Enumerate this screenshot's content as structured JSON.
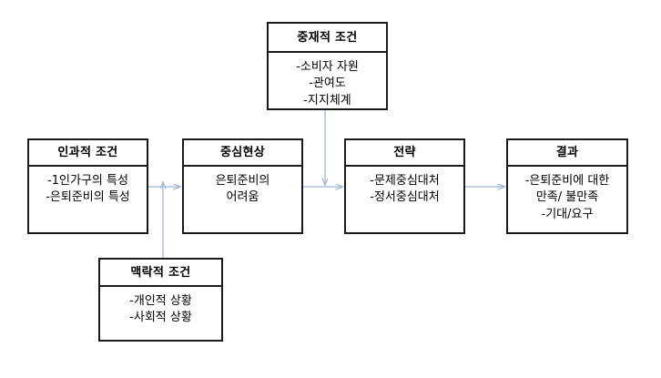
{
  "diagram": {
    "title": "",
    "arrow_color": "#9db6d6",
    "box_border_color": "#1a1a1a",
    "background_color": "#ffffff",
    "nodes": [
      {
        "id": "intervening",
        "header": "중재적 조건",
        "lines": [
          "-소비자 자원",
          "-관여도",
          "-지지체계"
        ]
      },
      {
        "id": "causal",
        "header": "인과적 조건",
        "lines": [
          "-1인가구의 특성",
          "-은퇴준비의 특성"
        ]
      },
      {
        "id": "phenomenon",
        "header": "중심현상",
        "lines": [
          "은퇴준비의",
          "어려움"
        ]
      },
      {
        "id": "strategy",
        "header": "전략",
        "lines": [
          "-문제중심대처",
          "-정서중심대처"
        ]
      },
      {
        "id": "result",
        "header": "결과",
        "lines": [
          "-은퇴준비에 대한",
          "만족/ 불만족",
          "-기대/요구"
        ]
      },
      {
        "id": "contextual",
        "header": "맥락적 조건",
        "lines": [
          "-개인적 상황",
          "-사회적 상황"
        ]
      }
    ],
    "connectors": [
      {
        "id": "causal-to-phenomenon",
        "from": "causal",
        "to": "phenomenon",
        "direction": "right"
      },
      {
        "id": "phenomenon-to-strategy",
        "from": "phenomenon",
        "to": "strategy",
        "direction": "right"
      },
      {
        "id": "strategy-to-result",
        "from": "strategy",
        "to": "result",
        "direction": "right"
      },
      {
        "id": "intervening-to-strategy",
        "from": "intervening",
        "to": "strategy",
        "direction": "down"
      },
      {
        "id": "contextual-to-phenomenon",
        "from": "contextual",
        "to": "phenomenon",
        "direction": "up"
      }
    ]
  }
}
